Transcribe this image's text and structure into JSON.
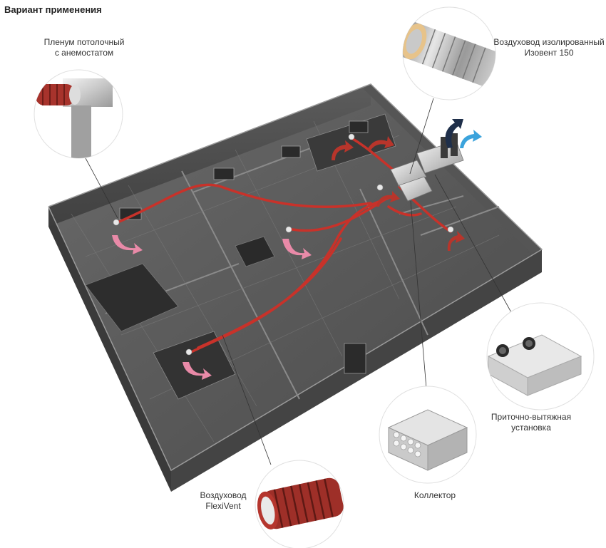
{
  "title": "Вариант применения",
  "labels": {
    "plenum": {
      "line1": "Пленум потолочный",
      "line2": "с анемостатом"
    },
    "insulated_duct": {
      "line1": "Воздуховод изолированный",
      "line2": "Изовент 150"
    },
    "unit": {
      "line1": "Приточно-вытяжная",
      "line2": "установка"
    },
    "collector": {
      "line1": "Коллектор"
    },
    "flexivent": {
      "line1": "Воздуховод",
      "line2": "FlexiVent"
    }
  },
  "colors": {
    "duct": "#c8322a",
    "supply_arrow": "#e98aa8",
    "exhaust_arrow": "#b8352b",
    "fresh_air": "#3ba3dc",
    "wall": "#4b4b4b",
    "floor": "#585858"
  }
}
